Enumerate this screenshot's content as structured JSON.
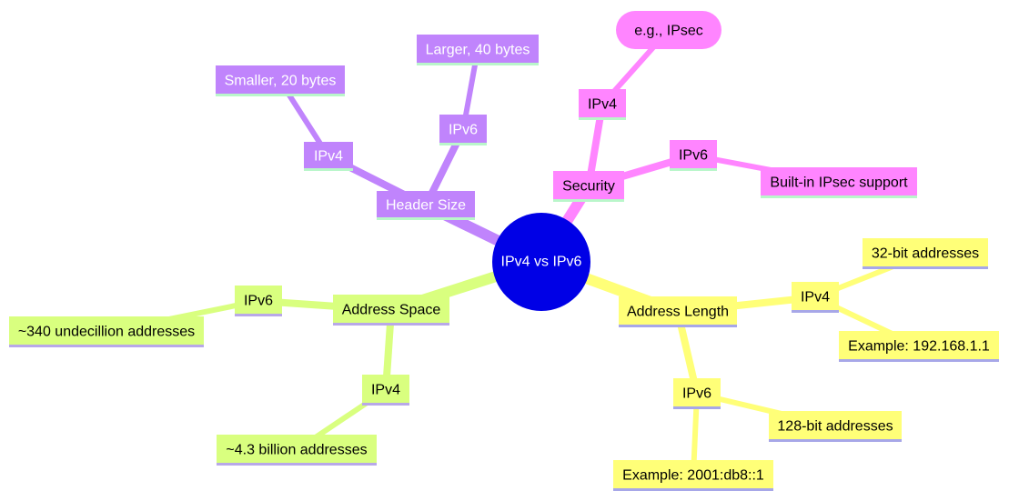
{
  "root": {
    "label": "IPv4 vs IPv6",
    "color": "#0000e6",
    "text_color": "#ffffff"
  },
  "branches": [
    {
      "key": "header-size",
      "label": "Header Size",
      "color": "#c084fc",
      "text_color": "#ffffff",
      "underline": "#b9f6ca",
      "children": [
        {
          "key": "ipv4",
          "label": "IPv4",
          "children": [
            {
              "key": "detail",
              "label": "Smaller, 20 bytes"
            }
          ]
        },
        {
          "key": "ipv6",
          "label": "IPv6",
          "children": [
            {
              "key": "detail",
              "label": "Larger, 40 bytes"
            }
          ]
        }
      ]
    },
    {
      "key": "security",
      "label": "Security",
      "color": "#ff85ff",
      "text_color": "#000000",
      "underline": "#b9f6ca",
      "children": [
        {
          "key": "ipv4",
          "label": "IPv4",
          "children": [
            {
              "key": "detail",
              "label": "e.g., IPsec"
            }
          ]
        },
        {
          "key": "ipv6",
          "label": "IPv6",
          "children": [
            {
              "key": "detail",
              "label": "Built-in IPsec support"
            }
          ]
        }
      ]
    },
    {
      "key": "address-length",
      "label": "Address Length",
      "color": "#ffff78",
      "text_color": "#000000",
      "underline": "#a7a7e8",
      "children": [
        {
          "key": "ipv4",
          "label": "IPv4",
          "children": [
            {
              "key": "detail-1",
              "label": "32-bit addresses"
            },
            {
              "key": "detail-2",
              "label": "Example: 192.168.1.1"
            }
          ]
        },
        {
          "key": "ipv6",
          "label": "IPv6",
          "children": [
            {
              "key": "detail-1",
              "label": "128-bit addresses"
            },
            {
              "key": "detail-2",
              "label": "Example: 2001:db8::1"
            }
          ]
        }
      ]
    },
    {
      "key": "address-space",
      "label": "Address Space",
      "color": "#d9ff7f",
      "text_color": "#000000",
      "underline": "#b8a8e8",
      "children": [
        {
          "key": "ipv6",
          "label": "IPv6",
          "children": [
            {
              "key": "detail",
              "label": "~340 undecillion addresses"
            }
          ]
        },
        {
          "key": "ipv4",
          "label": "IPv4",
          "children": [
            {
              "key": "detail",
              "label": "~4.3 billion addresses"
            }
          ]
        }
      ]
    }
  ]
}
